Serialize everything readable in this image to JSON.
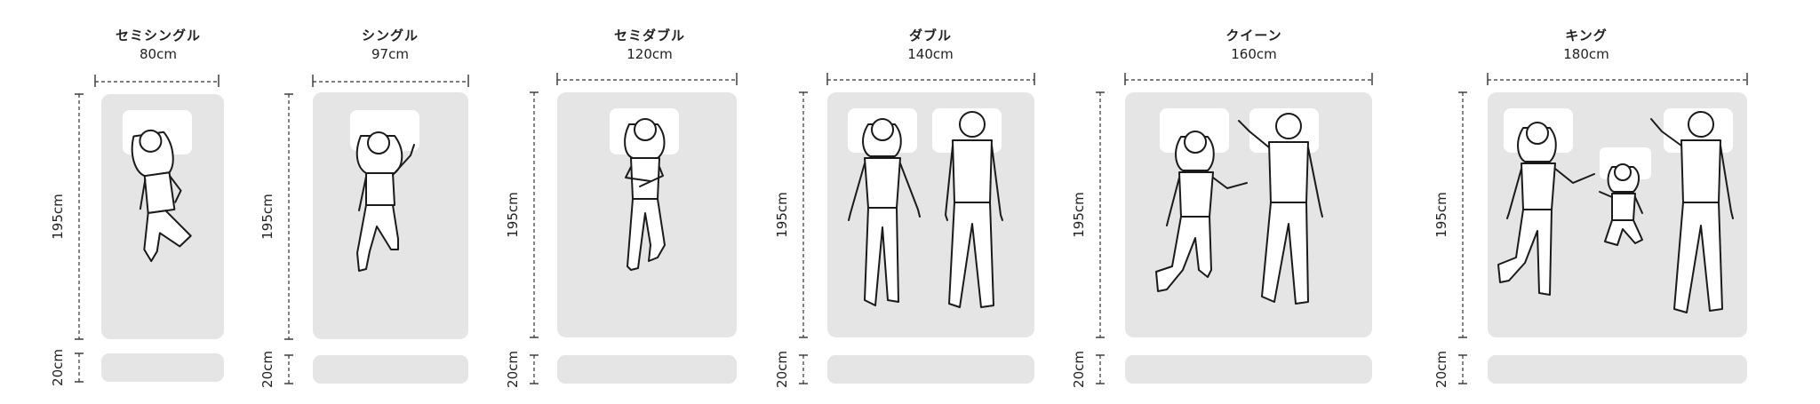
{
  "beds": [
    {
      "name": "セミシングル",
      "width": "80cm",
      "length": "195cm",
      "base": "20cm",
      "people": [
        "woman"
      ]
    },
    {
      "name": "シングル",
      "width": "97cm",
      "length": "195cm",
      "base": "20cm",
      "people": [
        "woman"
      ]
    },
    {
      "name": "セミダブル",
      "width": "120cm",
      "length": "195cm",
      "base": "20cm",
      "people": [
        "woman"
      ]
    },
    {
      "name": "ダブル",
      "width": "140cm",
      "length": "195cm",
      "base": "20cm",
      "people": [
        "woman",
        "man"
      ]
    },
    {
      "name": "クイーン",
      "width": "160cm",
      "length": "195cm",
      "base": "20cm",
      "people": [
        "woman",
        "man"
      ]
    },
    {
      "name": "キング",
      "width": "180cm",
      "length": "195cm",
      "base": "20cm",
      "people": [
        "woman",
        "child",
        "man"
      ]
    }
  ],
  "colors": {
    "mattress": "#e5e5e5",
    "pillow": "#ffffff",
    "line": "#1a1a1a"
  }
}
